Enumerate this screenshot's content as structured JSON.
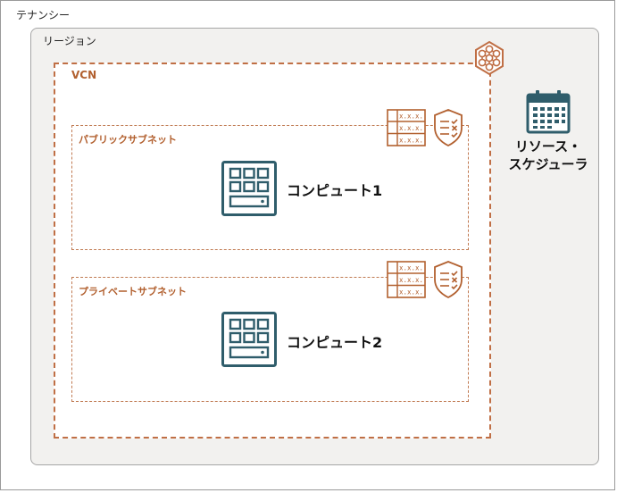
{
  "tenancy": {
    "label": "テナンシー"
  },
  "region": {
    "label": "リージョン"
  },
  "vcn": {
    "label": "VCN"
  },
  "public_subnet": {
    "label": "パブリックサブネット",
    "route_table_cells": [
      "x.x.x.",
      "x.x.x.",
      "x.x.x."
    ],
    "compute": {
      "label": "コンピュート1"
    }
  },
  "private_subnet": {
    "label": "プライベートサブネット",
    "route_table_cells": [
      "x.x.x.",
      "x.x.x.",
      "x.x.x."
    ],
    "compute": {
      "label": "コンピュート2"
    }
  },
  "resource_scheduler": {
    "label_line1": "リソース・",
    "label_line2": "スケジューラ"
  },
  "colors": {
    "accent_orange": "#c06f45",
    "accent_dark_orange": "#b2602f",
    "icon_teal": "#2f5d6b",
    "region_bg": "#f2f1ef"
  },
  "icons": [
    "vcn-hub-icon",
    "route-table-icon",
    "security-list-icon",
    "compute-icon",
    "calendar-icon"
  ]
}
